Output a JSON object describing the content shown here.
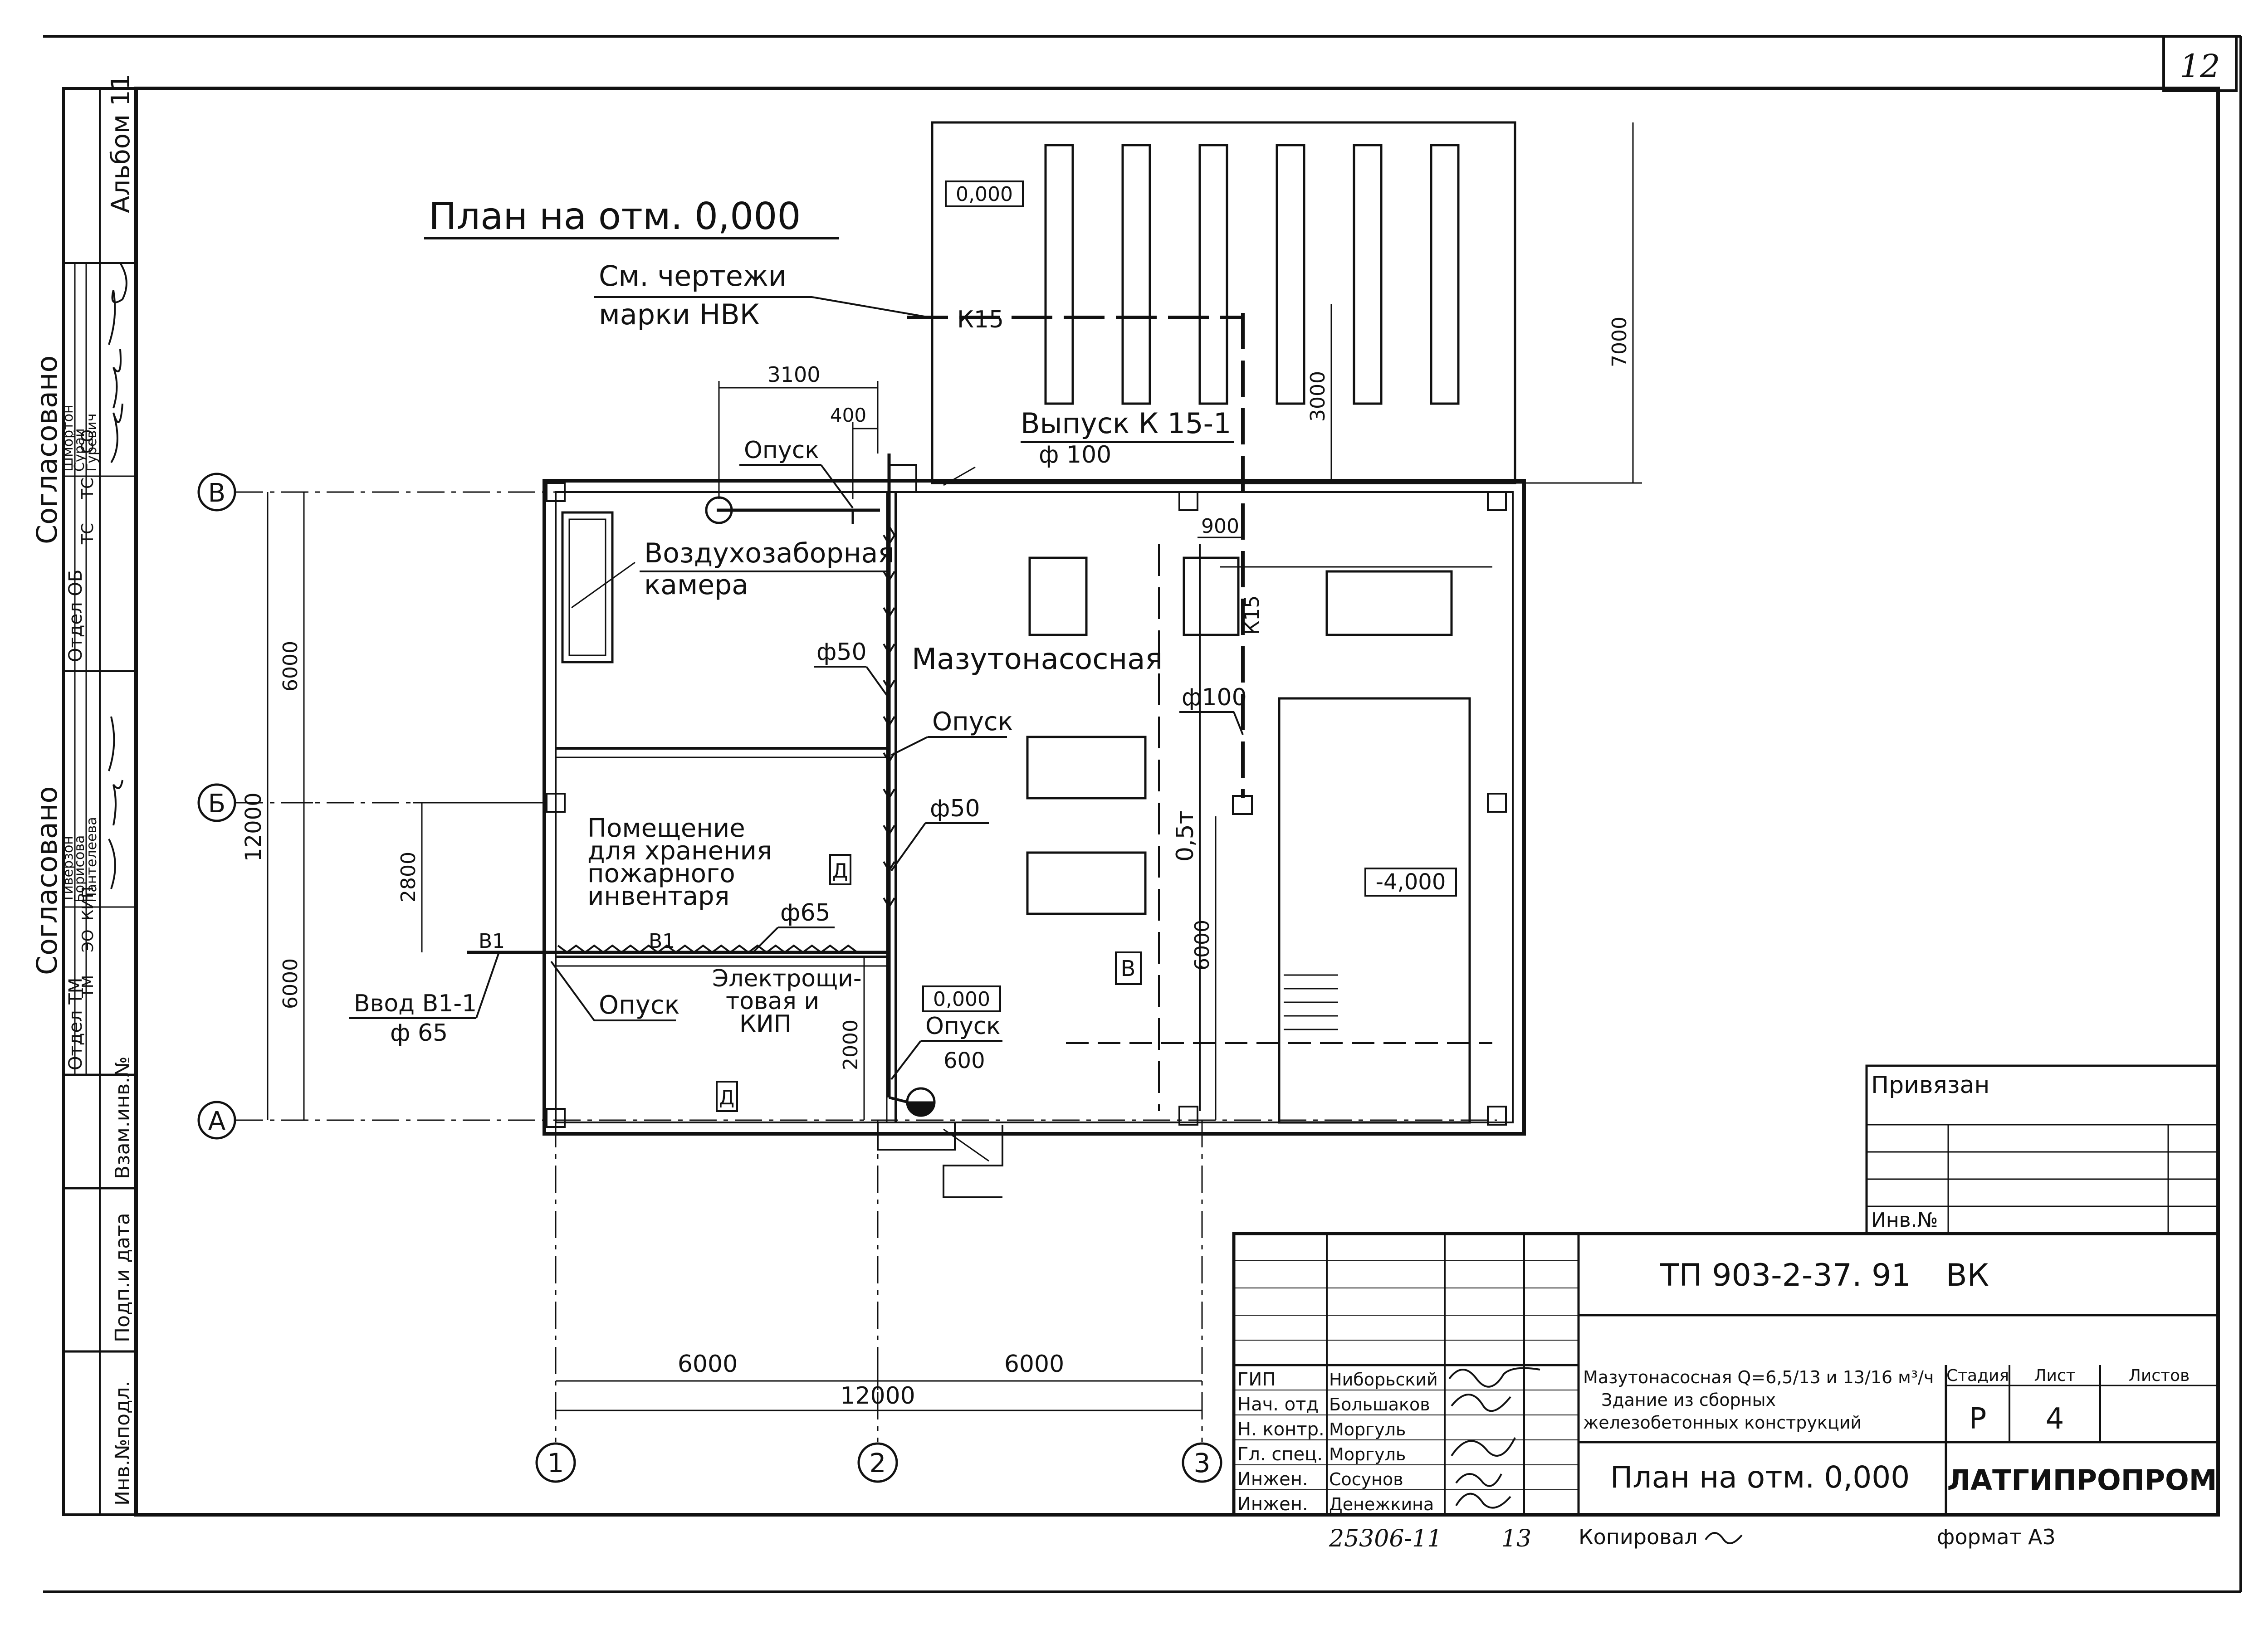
{
  "sheet_number": "12",
  "album": "Альбом 11",
  "plan_title": "План на отм. 0,000",
  "approvals": {
    "header1": "Согласовано",
    "header2": "Согласовано",
    "col_dept1": "Отдел ОБ",
    "rows1": [
      [
        "ТС",
        "Шмортон"
      ],
      [
        "ТС",
        "Сурай"
      ],
      [
        "СО",
        "Гуревич"
      ]
    ],
    "col_dept2": "Отдел ТМ",
    "rows2": [
      [
        "ТМ",
        "Тиверзон"
      ],
      [
        "ЭО",
        "Борисова"
      ],
      [
        "КИП",
        "Пантелеева"
      ]
    ]
  },
  "side_labels": {
    "vzam": "Взам.инв.№",
    "podp": "Подп.и дата",
    "inv": "Инв.№подл."
  },
  "annotations": {
    "see_drawings_1": "См. чертежи",
    "see_drawings_2": "марки НВК",
    "k15": "К15",
    "k15_vert": "К15",
    "vypusk": "Выпуск К 15-1",
    "phi100_top": "ф 100",
    "opusk_top": "Опуск",
    "opusk_mid": "Опуск",
    "opusk_low": "Опуск",
    "opusk_bottom": "Опуск",
    "room_air_1": "Воздухозаборная",
    "room_air_2": "камера",
    "room_mazut": "Мазутонасосная",
    "room_fire_1": "Помещение",
    "room_fire_2": "для хранения",
    "room_fire_3": "пожарного",
    "room_fire_4": "инвентаря",
    "room_elec_1": "Электрощи-",
    "room_elec_2": "товая и",
    "room_elec_3": "КИП",
    "phi50_a": "ф50",
    "phi50_b": "ф50",
    "phi65": "ф65",
    "phi100_mid": "ф100",
    "b1_left": "В1",
    "b1_mid": "В1",
    "vvod_1": "Ввод В1-1",
    "vvod_2": "ф 65",
    "lvl_top": "0,000",
    "lvl_mid": "0,000",
    "lvl_pit": "-4,000",
    "load": "0,5т",
    "mark_d1": "Д",
    "mark_d2": "Д",
    "mark_v": "В"
  },
  "dimensions": {
    "d3100": "3100",
    "d400": "400",
    "d3000": "3000",
    "d7000": "7000",
    "d900": "900",
    "d6000_a": "6000",
    "d6000_b": "6000",
    "d12000_v": "12000",
    "d2800": "2800",
    "d2000": "2000",
    "d600": "600",
    "d6000_r": "6000",
    "d6000_h1": "6000",
    "d6000_h2": "6000",
    "d12000_h": "12000"
  },
  "axes": {
    "row_v": "В",
    "row_b": "Б",
    "row_a": "А",
    "col_1": "1",
    "col_2": "2",
    "col_3": "3"
  },
  "tie_box": {
    "title": "Привязан",
    "inv": "Инв.№"
  },
  "title_block": {
    "code": "ТП 903-2-37. 91",
    "mark": "ВК",
    "desc_1": "Мазутонасосная Q=6,5/13 и 13/16 м³/ч",
    "desc_2": "Здание из сборных",
    "desc_3": "железобетонных конструкций",
    "stage_hdr": "Стадия",
    "sheet_hdr": "Лист",
    "sheets_hdr": "Листов",
    "stage": "Р",
    "sheet": "4",
    "sheet_name": "План на отм. 0,000",
    "org": "ЛАТГИПРОПРОМ",
    "people": [
      [
        "ГИП",
        "Ниборьский"
      ],
      [
        "Нач. отд",
        "Большаков"
      ],
      [
        "Н. контр.",
        "Моргуль"
      ],
      [
        "Гл. спец.",
        "Моргуль"
      ],
      [
        "Инжен.",
        "Сосунов"
      ],
      [
        "Инжен.",
        "Денежкина"
      ]
    ]
  },
  "footer": {
    "number": "25306-11",
    "page": "13",
    "copied": "Копировал",
    "format": "формат А3"
  }
}
